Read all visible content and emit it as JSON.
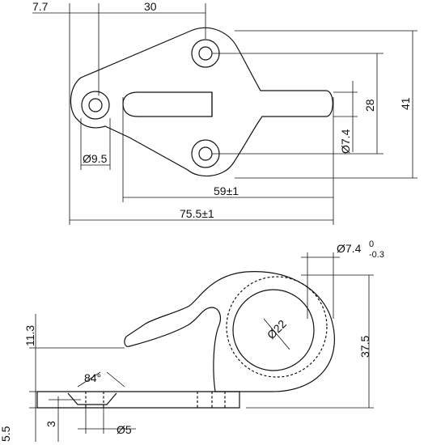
{
  "top_view": {
    "dim_7_7": "7.7",
    "dim_30": "30",
    "dim_28": "28",
    "dim_41": "41",
    "dim_hole_phi_7_4": "Ø7.4",
    "dim_phi_9_5": "Ø9.5",
    "dim_59": "59±1",
    "dim_75_5": "75.5±1"
  },
  "side_view": {
    "dim_phi_7_4_tol_base": "Ø7.4",
    "dim_tol_upper": "0",
    "dim_tol_lower": "-0.3",
    "dim_11_3": "11.3",
    "dim_37_5": "37.5",
    "dim_phi_22": "Ø22",
    "dim_84deg": "84°",
    "dim_5_5": "5.5",
    "dim_3": "3",
    "dim_phi_5": "Ø5"
  }
}
